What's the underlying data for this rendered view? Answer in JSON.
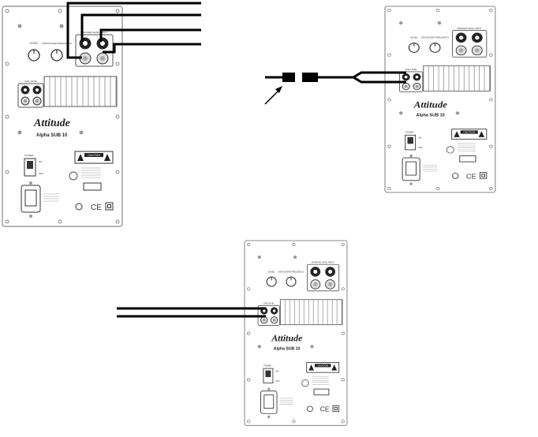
{
  "panels": [
    {
      "id": "panel-top-left"
    },
    {
      "id": "panel-top-right"
    },
    {
      "id": "panel-bottom"
    }
  ],
  "labels": {
    "brand": "Attitude",
    "model": "Alpha SUB 10",
    "level": "LEVEL",
    "crossover": "CROSSOVER FREQUENCY",
    "speaker_level": "SPEAKER LEVEL INPUT",
    "line_level": "LINE LEVEL",
    "power": "POWER",
    "on": "ON",
    "off": "OFF",
    "caution": "CAUTION",
    "ce": "CE"
  },
  "colors": {
    "line": "#000000",
    "panel_border": "#888888",
    "terminal_gray": "#bbbbbb"
  }
}
